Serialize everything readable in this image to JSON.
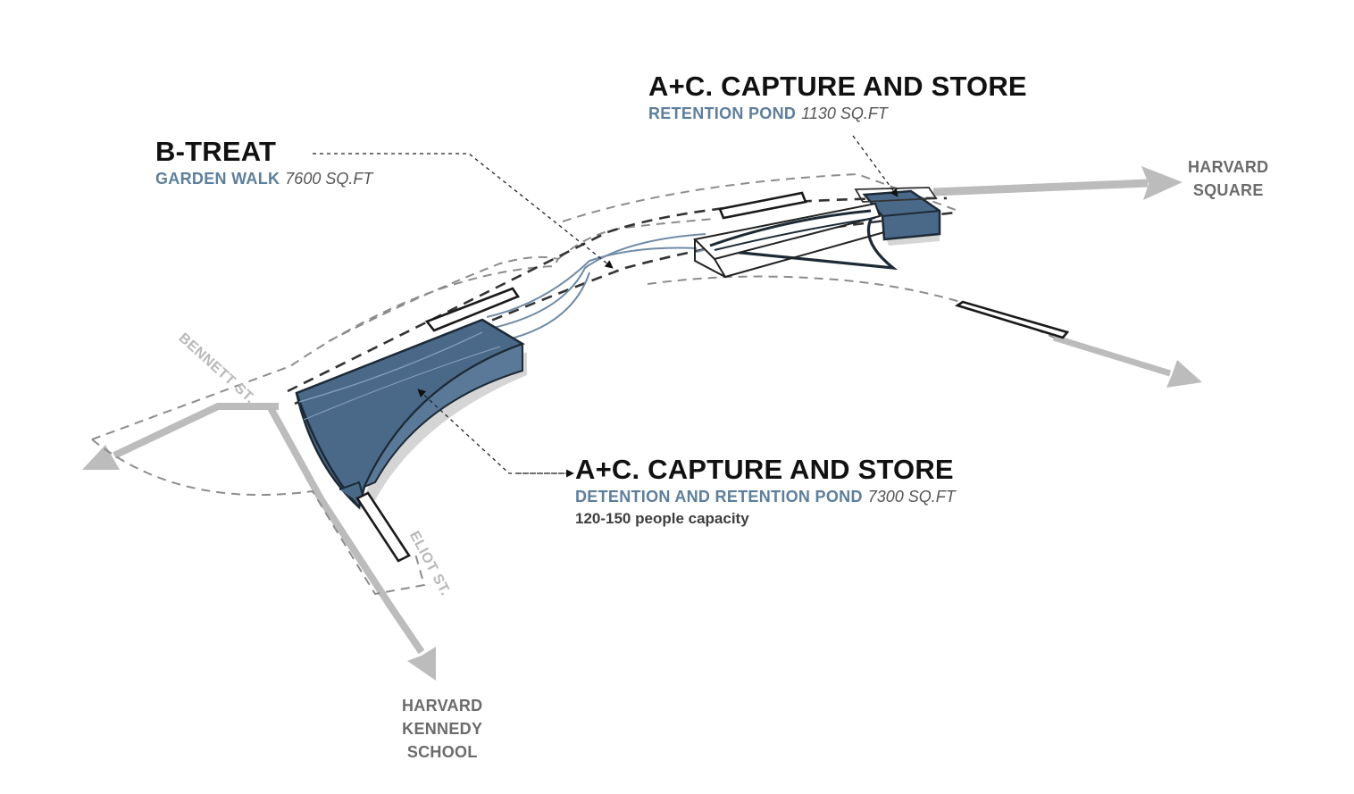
{
  "callouts": {
    "treat": {
      "title": "B-TREAT",
      "feature": "GARDEN WALK",
      "area": "7600 SQ.FT"
    },
    "capture_north": {
      "title": "A+C. CAPTURE AND STORE",
      "feature": "RETENTION POND",
      "area": "1130 SQ.FT"
    },
    "capture_south": {
      "title": "A+C. CAPTURE AND STORE",
      "feature": "DETENTION AND RETENTION POND",
      "area": "7300 SQ.FT",
      "capacity": "120-150 people capacity"
    }
  },
  "destinations": {
    "harvard_square": [
      "HARVARD",
      "SQUARE"
    ],
    "kennedy_school": [
      "HARVARD",
      "KENNEDY",
      "SCHOOL"
    ]
  },
  "streets": {
    "bennett": "BENNETT ST.",
    "eliot": "ELIOT ST."
  },
  "colors": {
    "pond": "#4a6888",
    "pond_light": "#6f8ba6",
    "label_blue": "#5d7f9c",
    "arrow_gray": "#bcbcbc",
    "dashed_gray": "#8c8c8c"
  }
}
